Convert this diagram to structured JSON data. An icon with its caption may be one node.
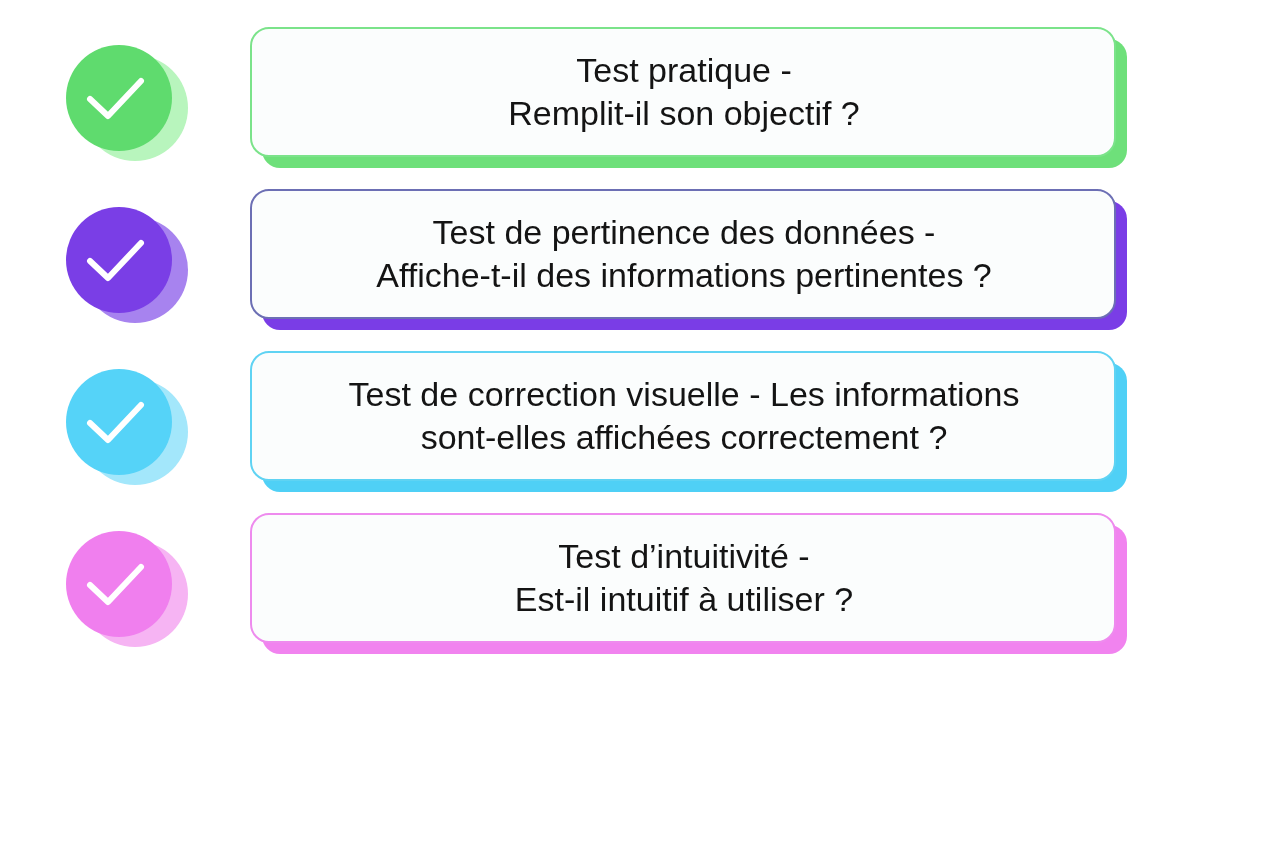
{
  "diagram": {
    "nodes": [
      {
        "text": [
          "Test pratique - Remplit-il son objectif ?"
        ]
      },
      {
        "text": [
          "Test de pertinence des données - Affiche-t-il des informations pertinentes ?"
        ]
      },
      {
        "text": [
          "Test de correction visuelle - Les informations sont-elles affichées correctement ?"
        ]
      },
      {
        "text": [
          "Test d’intuitivité - Est-il intuitif à utiliser ?"
        ]
      }
    ]
  }
}
